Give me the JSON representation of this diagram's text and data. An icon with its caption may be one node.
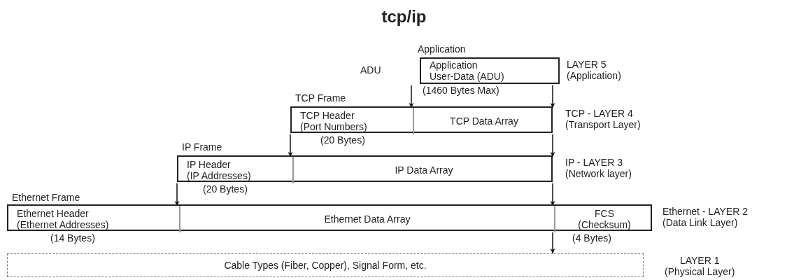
{
  "diagram": {
    "title": "tcp/ip",
    "nodes": [
      {
        "text": [
          "Application",
          "Application User-Data (ADU)"
        ],
        "beside": [
          "ADU",
          "(1460 Bytes Max)"
        ]
      },
      {
        "text": [
          "TCP Frame"
        ]
      },
      {
        "text": [
          "TCP Header (Port Numbers)"
        ],
        "in": 1,
        "beside": [
          "(20 Bytes)"
        ]
      },
      {
        "text": [
          "TCP Data Array"
        ],
        "in": 1
      },
      {
        "text": [
          "IP Frame"
        ]
      },
      {
        "text": [
          "IP Header (IP Addresses)"
        ],
        "in": 4,
        "beside": [
          "(20 Bytes)"
        ]
      },
      {
        "text": [
          "IP Data Array"
        ],
        "in": 4
      },
      {
        "text": [
          "Ethernet Frame"
        ]
      },
      {
        "text": [
          "Ethernet Header (Ethernet Addresses)"
        ],
        "in": 7,
        "beside": [
          "(14 Bytes)"
        ]
      },
      {
        "text": [
          "Ethernet Data Array"
        ],
        "in": 7
      },
      {
        "text": [
          "FCS (Checksum)"
        ],
        "in": 7,
        "beside": [
          "(4 Bytes)"
        ]
      },
      {
        "text": [
          "Cable Types (Fiber, Copper), Signal Form, etc."
        ]
      }
    ],
    "edges": [
      {
        "from": 0,
        "to": 3,
        "arrow": "to"
      },
      {
        "from": 0,
        "to": 3,
        "arrow": "to"
      },
      {
        "from": 1,
        "to": 6,
        "arrow": "to"
      },
      {
        "from": 1,
        "to": 6,
        "arrow": "to"
      },
      {
        "from": 4,
        "to": 9,
        "arrow": "to"
      },
      {
        "from": 4,
        "to": 9,
        "arrow": "to"
      },
      {
        "from": 7,
        "to": 11,
        "arrow": "to"
      }
    ],
    "labels": [
      "LAYER 5 (Application)",
      "TCP - LAYER 4 (Transport Layer)",
      "IP - LAYER 3 (Network layer)",
      "Ethernet - LAYER 2 (Data Link Layer)",
      "LAYER 1 (Physical Layer)"
    ]
  }
}
